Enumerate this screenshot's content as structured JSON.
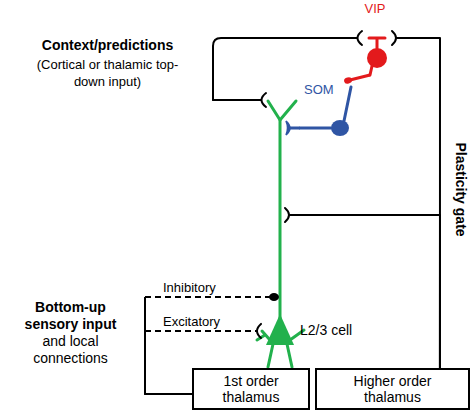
{
  "diagram": {
    "nodes": [
      {
        "text": [
          "VIP"
        ]
      },
      {
        "text": [
          "SOM"
        ]
      },
      {
        "text": [
          "L2/3 cell"
        ]
      },
      {
        "text": [
          "1st order thalamus"
        ]
      },
      {
        "text": [
          "Higher order thalamus"
        ]
      }
    ],
    "edges": [
      {
        "from": 0,
        "to": 1,
        "arrow": "to"
      },
      {
        "from": 1,
        "to": 2,
        "arrow": "to"
      },
      {
        "from": 3,
        "to": 2,
        "label": "Inhibitory",
        "arrow": "to"
      },
      {
        "from": 3,
        "to": 2,
        "label": "Excitatory",
        "arrow": "to"
      },
      {
        "from": 4,
        "to": 0,
        "arrow": "to"
      },
      {
        "from": 4,
        "to": 2,
        "label": "Plasticity gate",
        "arrow": "to"
      }
    ],
    "labels": [
      "Context/predictions",
      "(Cortical or thalamic top-down input)",
      "Bottom-up sensory input",
      "and local connections"
    ]
  }
}
